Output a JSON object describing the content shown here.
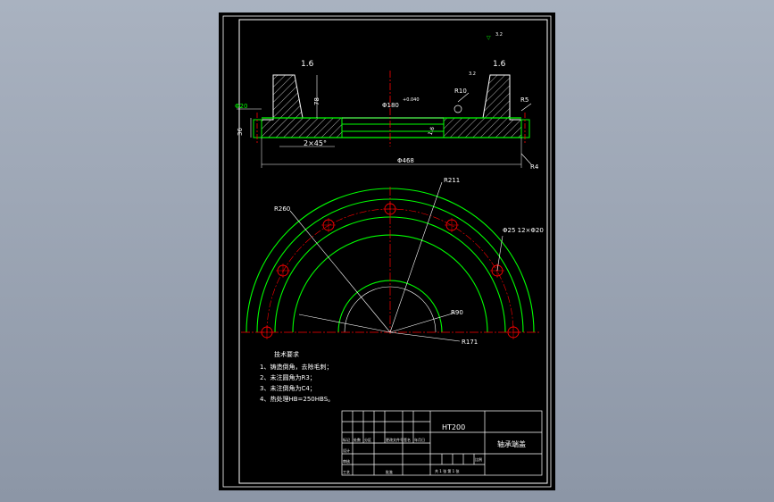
{
  "colors": {
    "background_gradient": [
      "#a9b2c0",
      "#8c96a6"
    ],
    "paper": "#000000",
    "frame": "#ffffff",
    "part_outline": "#00ff00",
    "hatch": "#ffffff",
    "centerline": "#ff0000"
  },
  "surface_marks": {
    "general": "3.2",
    "face_left": "1.6",
    "face_right": "1.6",
    "small": "3.2"
  },
  "section_dims": {
    "flange_dia": "Φ20",
    "thickness_left": "36",
    "height": "78",
    "bore": "Φ180",
    "bore_tol": "+0.040",
    "fillet_r10": "R10",
    "fillet_r5": "R5",
    "chamfer": "2×45°",
    "outer_dia": "Φ468",
    "r4": "R4",
    "small_1": "1.6"
  },
  "plan_dims": {
    "r260": "R260",
    "r211": "R211",
    "holes": "Φ25 12×Φ20",
    "r90": "R90",
    "r171": "R171"
  },
  "tech_notes": {
    "title": "技术要求",
    "items": [
      "1、铸造倒角，去除毛刺；",
      "2、未注圆角为R3；",
      "3、未注倒角为C4；",
      "4、热处理HB=250HBS。"
    ]
  },
  "title_block": {
    "material": "HT200",
    "part_name": "轴承端盖",
    "header_cells": [
      "标记",
      "处数",
      "分区",
      "更改文件号",
      "签名",
      "年月日"
    ],
    "row_labels": [
      "设计",
      "审核",
      "工艺",
      "批准"
    ],
    "scale_label": "比例",
    "sheet_label": "共 1 张   第 1 张"
  }
}
